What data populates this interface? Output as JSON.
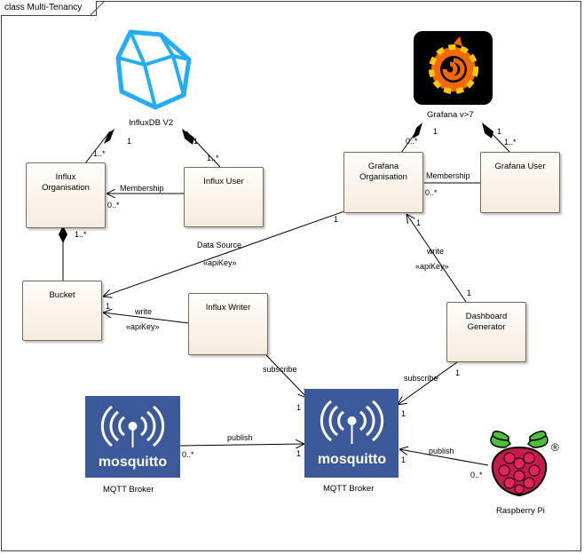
{
  "frame_title": "class Multi-Tenancy",
  "classes": {
    "influx_org": "Influx Organisation",
    "influx_user": "Influx User",
    "bucket": "Bucket",
    "influx_writer": "Influx Writer",
    "grafana_org": "Grafana Organisation",
    "grafana_user": "Grafana User",
    "dashboard_generator": "Dashboard Generator"
  },
  "images": {
    "influxdb": "InfluxDB V2",
    "grafana": "Grafana v>7",
    "mqtt_left": "MQTT Broker",
    "mqtt_center": "MQTT Broker",
    "raspberry": "Raspberry Pi",
    "mosquitto_word": "mosquitto"
  },
  "labels": {
    "membership": "Membership",
    "data_source": "Data Source",
    "api_key": "«apiKey»",
    "write": "write",
    "subscribe": "subscribe",
    "publish": "publish",
    "registered": "®"
  },
  "multiplicity": {
    "one": "1",
    "one_many": "1..*",
    "zero_many": "0..*"
  },
  "colors": {
    "influx_blue": "#22adf6",
    "mosquitto_bg": "#3c5a99",
    "raspberry_red": "#c51a4a",
    "raspberry_leaf": "#4fbf3b",
    "grafana_orange": "#f46800",
    "class_fill": "#f7ebe0"
  }
}
